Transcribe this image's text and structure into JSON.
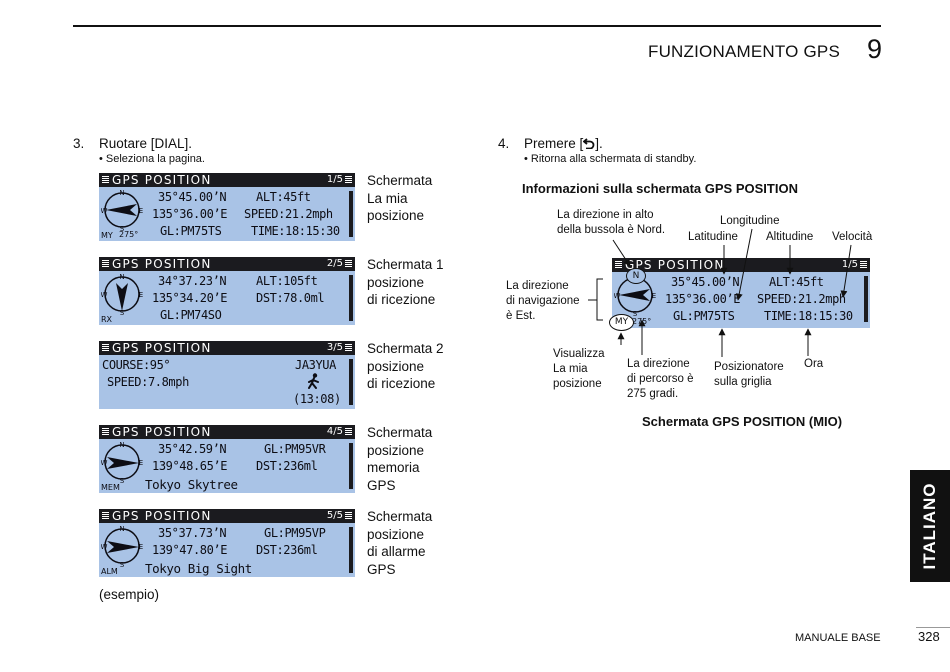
{
  "header": {
    "title": "FUNZIONAMENTO GPS",
    "chapter": "9"
  },
  "step3": {
    "num": "3.",
    "text": "Ruotare [DIAL].",
    "bullet": "• Seleziona la pagina."
  },
  "step4": {
    "num": "4.",
    "pre": "Premere [",
    "post": "].",
    "bullet": "• Ritorna alla schermata di standby."
  },
  "screens": [
    {
      "title": "GPS POSITION",
      "page": "1/5",
      "lines": [
        "35°45.00’N",
        "135°36.00’E",
        "GL:PM75TS"
      ],
      "right": [
        "ALT:45ft",
        "SPEED:21.2mph",
        "TIME:18:15:30"
      ],
      "mode": "MY",
      "deg": "275°",
      "label": [
        "Schermata",
        "La mia",
        "posizione"
      ]
    },
    {
      "title": "GPS POSITION",
      "page": "2/5",
      "lines": [
        "34°37.23’N",
        "135°34.20’E",
        "GL:PM74SO"
      ],
      "right": [
        "ALT:105ft",
        "DST:78.0ml"
      ],
      "mode": "RX",
      "label": [
        "Schermata 1",
        "posizione",
        "di ricezione"
      ]
    },
    {
      "title": "GPS POSITION",
      "page": "3/5",
      "course": "COURSE:95°",
      "speed": "SPEED:7.8mph",
      "call": "JA3YUA",
      "time": "(13:08)",
      "label": [
        "Schermata 2",
        "posizione",
        "di ricezione"
      ]
    },
    {
      "title": "GPS POSITION",
      "page": "4/5",
      "lines": [
        "35°42.59’N",
        "139°48.65’E"
      ],
      "right": [
        "GL:PM95VR",
        "DST:236ml"
      ],
      "name": "Tokyo Skytree",
      "mode": "MEM",
      "label": [
        "Schermata",
        "posizione",
        "memoria",
        "GPS"
      ]
    },
    {
      "title": "GPS POSITION",
      "page": "5/5",
      "lines": [
        "35°37.73’N",
        "139°47.80’E"
      ],
      "right": [
        "GL:PM95VP",
        "DST:236ml"
      ],
      "name": "Tokyo Big Sight",
      "mode": "ALM",
      "label": [
        "Schermata",
        "posizione",
        "di allarme",
        "GPS"
      ]
    }
  ],
  "example": "(esempio)",
  "info": {
    "heading": "Informazioni sulla schermata GPS POSITION",
    "screen": {
      "title": "GPS POSITION",
      "page": "1/5",
      "lines": [
        "35°45.00’N",
        "135°36.00’E",
        "GL:PM75TS"
      ],
      "right": [
        "ALT:45ft",
        "SPEED:21.2mph",
        "TIME:18:15:30"
      ],
      "mode": "MY",
      "deg": "275°",
      "north": "N"
    },
    "callouts": {
      "compass_north": [
        "La direzione in alto",
        "della bussola è Nord."
      ],
      "longitude": "Longitudine",
      "latitude": "Latitudine",
      "altitude": "Altitudine",
      "speed": "Velocità",
      "nav_dir": [
        "La direzione",
        "di navigazione",
        "è Est."
      ],
      "my_pos": [
        "Visualizza",
        "La mia",
        "posizione"
      ],
      "course_dir": [
        "La direzione",
        "di percorso è",
        "275 gradi."
      ],
      "grid": [
        "Posizionatore",
        "sulla griglia"
      ],
      "time": "Ora"
    },
    "caption": "Schermata GPS POSITION (MIO)"
  },
  "side_tab": "ITALIANO",
  "footer": {
    "manual": "MANUALE BASE",
    "page": "328"
  }
}
